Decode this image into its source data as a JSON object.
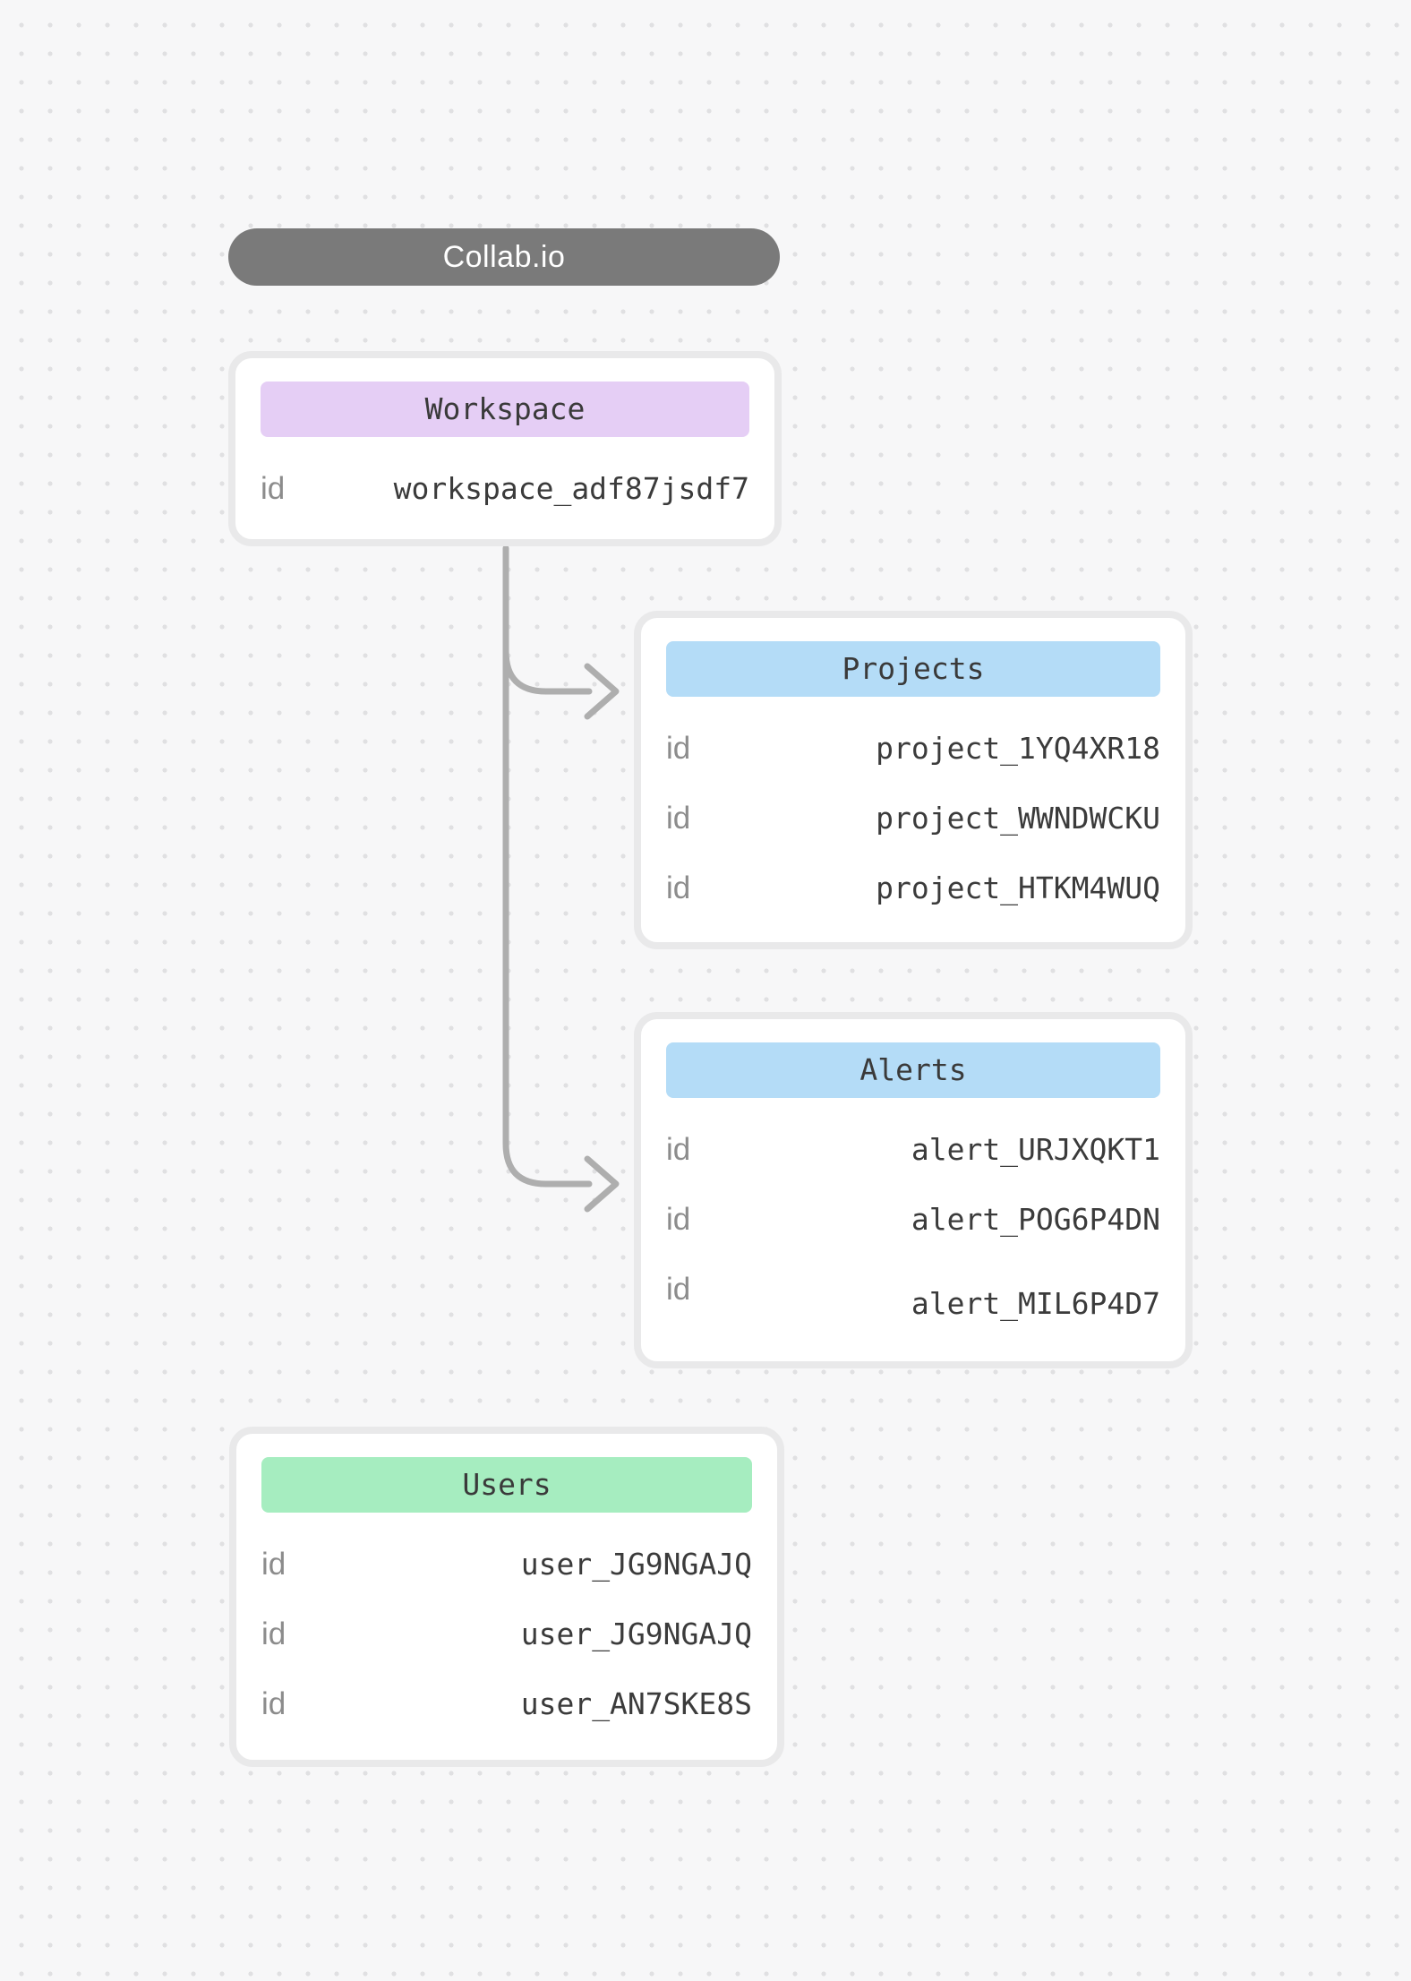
{
  "app": {
    "title": "Collab.io"
  },
  "nodes": {
    "workspace": {
      "title": "Workspace",
      "rows": [
        {
          "label": "id",
          "value": "workspace_adf87jsdf7"
        }
      ]
    },
    "projects": {
      "title": "Projects",
      "rows": [
        {
          "label": "id",
          "value": "project_1YQ4XR18"
        },
        {
          "label": "id",
          "value": "project_WWNDWCKU"
        },
        {
          "label": "id",
          "value": "project_HTKM4WUQ"
        }
      ]
    },
    "alerts": {
      "title": "Alerts",
      "rows": [
        {
          "label": "id",
          "value": "alert_URJXQKT1"
        },
        {
          "label": "id",
          "value": "alert_POG6P4DN"
        },
        {
          "label": "id",
          "value": "alert_MIL6P4D7"
        }
      ]
    },
    "users": {
      "title": "Users",
      "rows": [
        {
          "label": "id",
          "value": "user_JG9NGAJQ"
        },
        {
          "label": "id",
          "value": "user_JG9NGAJQ"
        },
        {
          "label": "id",
          "value": "user_AN7SKE8S"
        }
      ]
    }
  },
  "colors": {
    "canvas-bg": "#f7f7f8",
    "dot": "#e0e0e2",
    "pill-bg": "#7a7a7a",
    "pill-text": "#ffffff",
    "card-border": "#e9e9ea",
    "header-workspace": "#e5cef5",
    "header-projects": "#b4dcf7",
    "header-alerts": "#b4dcf7",
    "header-users": "#a6edc0",
    "heading-text": "#3a3a3a",
    "label": "#8c8c8c",
    "value-text": "#3b3b3b",
    "connector": "#aeaeae"
  }
}
